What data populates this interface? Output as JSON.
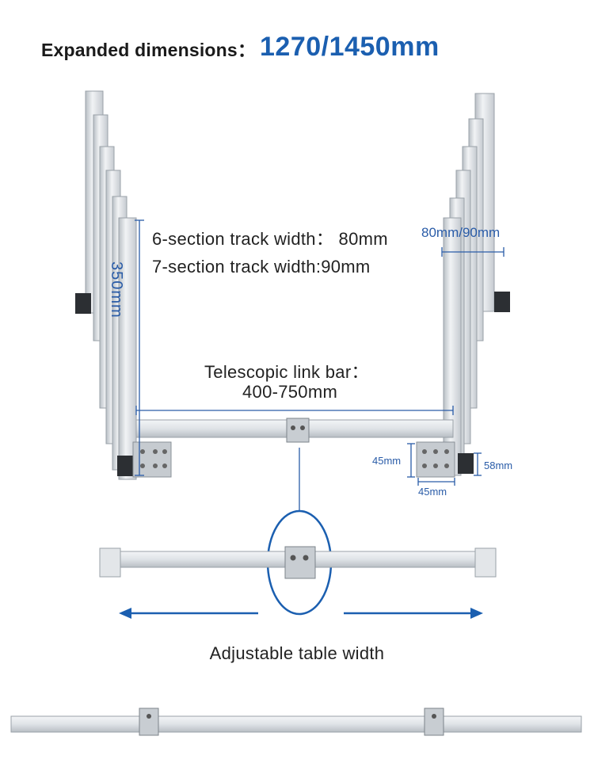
{
  "header": {
    "label": "Expanded dimensions：",
    "value": "1270/1450mm"
  },
  "specs": {
    "six_section": "6-section track width： 80mm",
    "seven_section": "7-section track width:90mm"
  },
  "dimensions": {
    "track_width": "80mm/90mm",
    "height": "350mm",
    "plate_height": "45mm",
    "plate_width": "45mm",
    "side_height": "58mm"
  },
  "link_bar": {
    "label_line1": "Telescopic link bar：",
    "label_line2": "400-750mm"
  },
  "caption": "Adjustable table width",
  "colors": {
    "accent": "#1b5fb0",
    "dimension_line": "#2a5ca8",
    "aluminum": "#d9dde1"
  }
}
